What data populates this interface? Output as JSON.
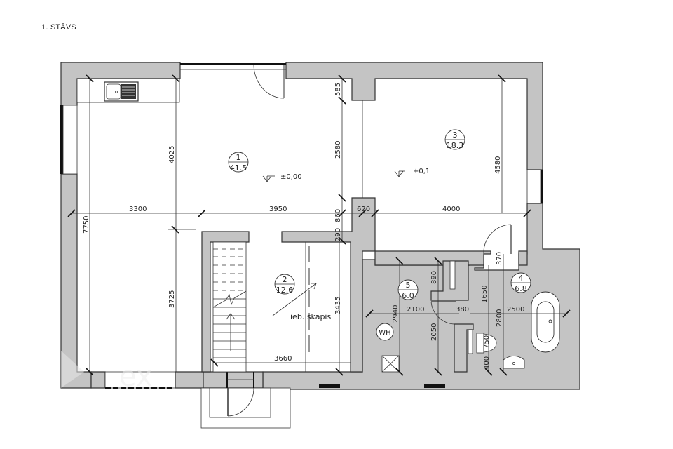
{
  "title": "1. STĀVS",
  "rooms": [
    {
      "num": "1",
      "area": "41.5"
    },
    {
      "num": "2",
      "area": "12.6"
    },
    {
      "num": "3",
      "area": "18.3"
    },
    {
      "num": "4",
      "area": "6.8"
    },
    {
      "num": "5",
      "area": "6.0"
    }
  ],
  "levels": {
    "room1": "±0,00",
    "room3": "+0,1"
  },
  "labels": {
    "closet": "ieb. skapis",
    "water_heater": "WH",
    "watermark": "ex"
  },
  "dimensions": {
    "d3300": "3300",
    "d3950": "3950",
    "d620": "620",
    "d4000": "4000",
    "d4025": "4025",
    "d2580": "2580",
    "d585": "585",
    "d4580": "4580",
    "d7750": "7750",
    "d3725": "3725",
    "d860": "860",
    "d290": "290",
    "d3435": "3435",
    "d3660": "3660",
    "d890": "890",
    "d2940": "2940",
    "d2100": "2100",
    "d380": "380",
    "d2050": "2050",
    "d1650": "1650",
    "d370": "370",
    "d2500": "2500",
    "d2800": "2800",
    "d750": "750",
    "d400": "400"
  }
}
